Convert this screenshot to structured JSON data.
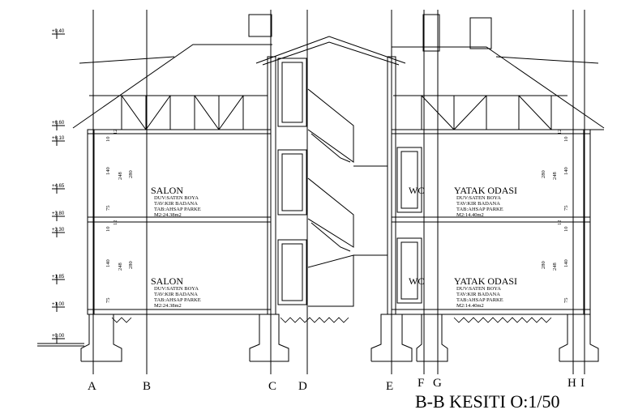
{
  "title": "B-B KESITI O:1/50",
  "axes": [
    "A",
    "B",
    "C",
    "D",
    "E",
    "F",
    "G",
    "H",
    "I"
  ],
  "levels": [
    "+9.40",
    "+6.60",
    "+6.10",
    "+4.65",
    "+3.80",
    "+3.30",
    "+1.85",
    "+1.00",
    "+0.00"
  ],
  "rooms": {
    "salon_upper": {
      "name": "SALON",
      "lines": [
        "DUV:SATEN BOYA",
        "TAV:KIR BADANA",
        "TAB:AHSAP PARKE",
        "M2:24.38m2"
      ]
    },
    "salon_lower": {
      "name": "SALON",
      "lines": [
        "DUV:SATEN BOYA",
        "TAV:KIR BADANA",
        "TAB:AHSAP PARKE",
        "M2:24.38m2"
      ]
    },
    "yatak_upper": {
      "name": "YATAK ODASI",
      "lines": [
        "DUV:SATEN BOYA",
        "TAV:KIR BADANA",
        "TAB:AHSAP PARKE",
        "M2:14.40m2"
      ]
    },
    "yatak_lower": {
      "name": "YATAK ODASI",
      "lines": [
        "DUV:SATEN BOYA",
        "TAV:KIR BADANA",
        "TAB:AHSAP PARKE",
        "M2:14.40m2"
      ]
    },
    "wc_upper": {
      "name": "WC"
    },
    "wc_lower": {
      "name": "WC"
    }
  },
  "dimensions": {
    "left": [
      "10",
      "12",
      "140",
      "75",
      "248",
      "280"
    ],
    "right": [
      "10",
      "12",
      "140",
      "75",
      "248",
      "280"
    ]
  }
}
